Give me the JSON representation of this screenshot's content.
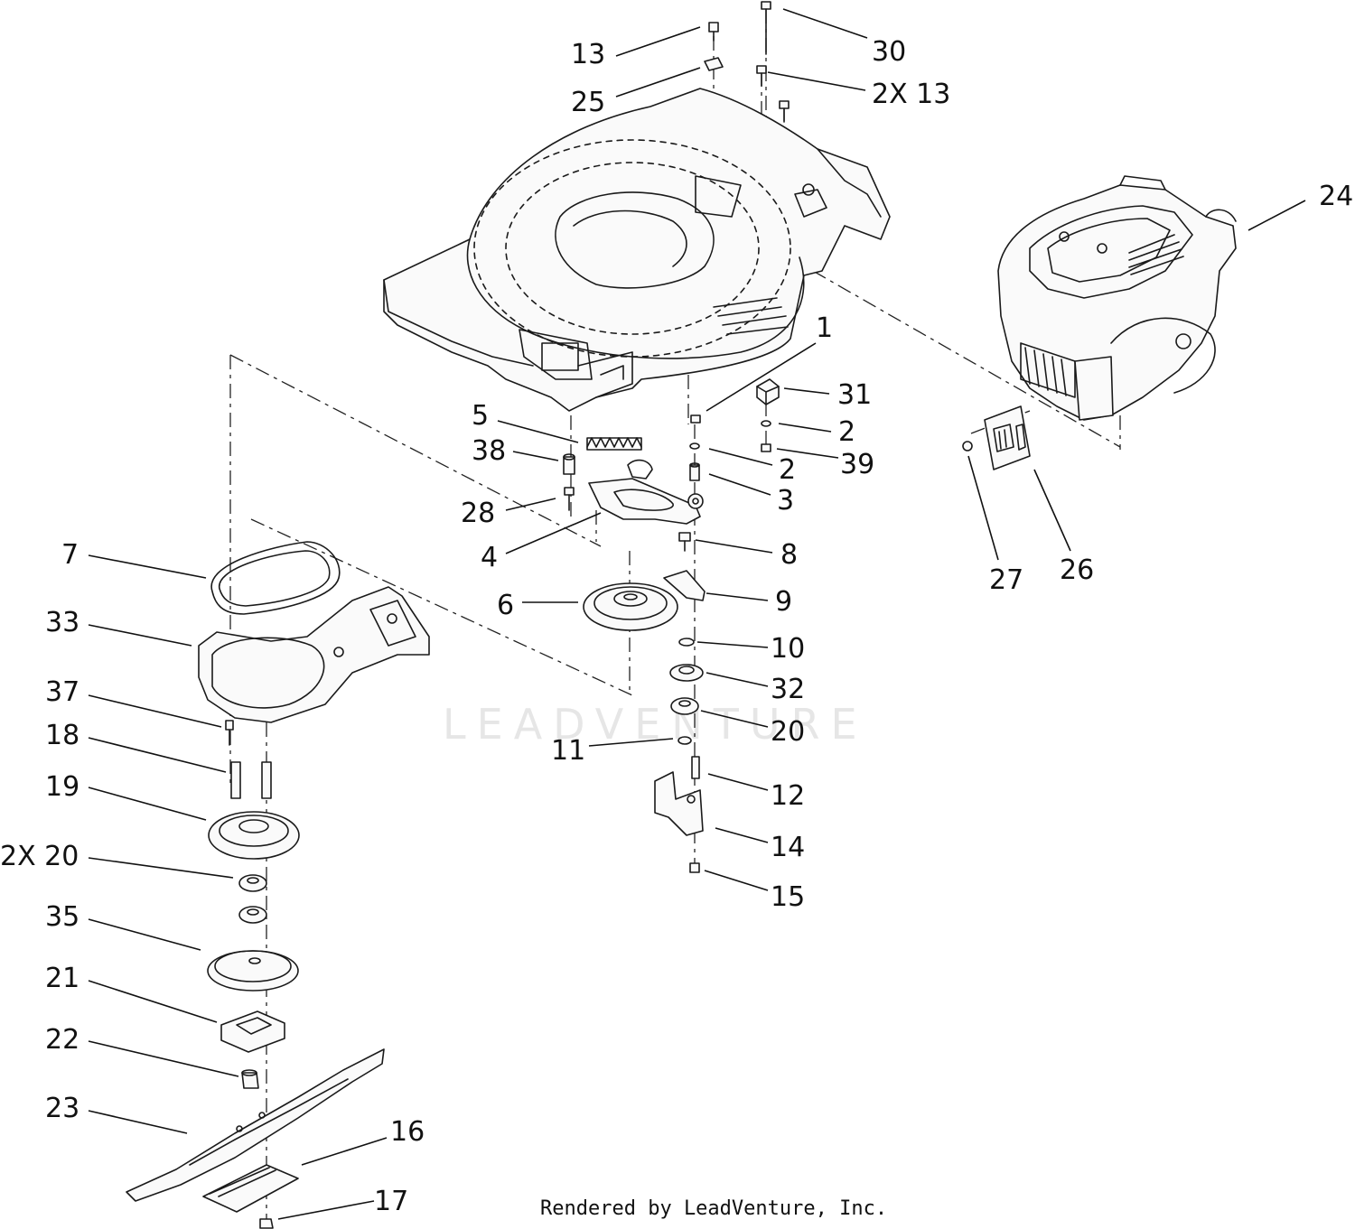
{
  "watermark": "LEADVENTURE",
  "footer": "Rendered by LeadVenture, Inc.",
  "callouts": [
    {
      "id": "c13a",
      "text": "13"
    },
    {
      "id": "c30",
      "text": "30"
    },
    {
      "id": "c25",
      "text": "25"
    },
    {
      "id": "c2x13",
      "text": "2X 13"
    },
    {
      "id": "c24",
      "text": "24"
    },
    {
      "id": "c1",
      "text": "1"
    },
    {
      "id": "c31",
      "text": "31"
    },
    {
      "id": "c5",
      "text": "5"
    },
    {
      "id": "c2a",
      "text": "2"
    },
    {
      "id": "c38",
      "text": "38"
    },
    {
      "id": "c39",
      "text": "39"
    },
    {
      "id": "c2b",
      "text": "2"
    },
    {
      "id": "c3",
      "text": "3"
    },
    {
      "id": "c28",
      "text": "28"
    },
    {
      "id": "c4",
      "text": "4"
    },
    {
      "id": "c8",
      "text": "8"
    },
    {
      "id": "c27",
      "text": "27"
    },
    {
      "id": "c26",
      "text": "26"
    },
    {
      "id": "c7",
      "text": "7"
    },
    {
      "id": "c6",
      "text": "6"
    },
    {
      "id": "c9",
      "text": "9"
    },
    {
      "id": "c33",
      "text": "33"
    },
    {
      "id": "c10",
      "text": "10"
    },
    {
      "id": "c32",
      "text": "32"
    },
    {
      "id": "c37",
      "text": "37"
    },
    {
      "id": "c20a",
      "text": "20"
    },
    {
      "id": "c18",
      "text": "18"
    },
    {
      "id": "c11",
      "text": "11"
    },
    {
      "id": "c12",
      "text": "12"
    },
    {
      "id": "c19",
      "text": "19"
    },
    {
      "id": "c14",
      "text": "14"
    },
    {
      "id": "c2x20",
      "text": "2X 20"
    },
    {
      "id": "c15",
      "text": "15"
    },
    {
      "id": "c35",
      "text": "35"
    },
    {
      "id": "c21",
      "text": "21"
    },
    {
      "id": "c22",
      "text": "22"
    },
    {
      "id": "c23",
      "text": "23"
    },
    {
      "id": "c16",
      "text": "16"
    },
    {
      "id": "c17",
      "text": "17"
    }
  ]
}
